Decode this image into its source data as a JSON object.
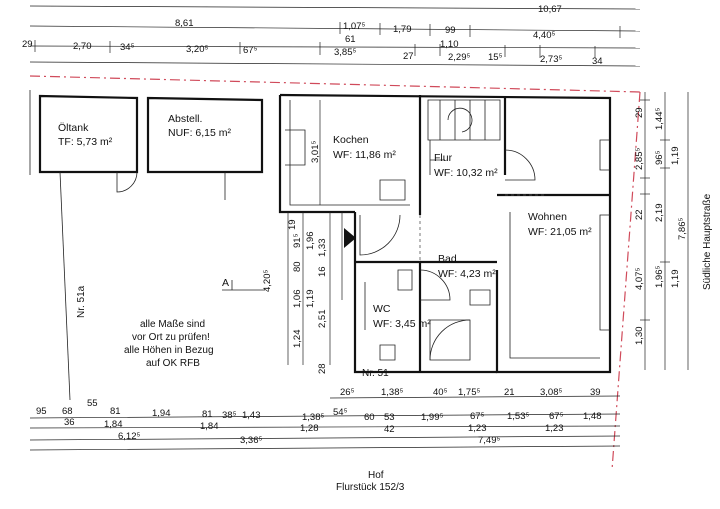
{
  "rooms": [
    {
      "name": "Öltank",
      "area": "TF: 5,73 m²"
    },
    {
      "name": "Abstell.",
      "area": "NUF: 6,15 m²"
    },
    {
      "name": "Kochen",
      "area": "WF: 11,86 m²"
    },
    {
      "name": "Flur",
      "area": "WF: 10,32 m²"
    },
    {
      "name": "Wohnen",
      "area": "WF: 21,05 m²"
    },
    {
      "name": "WC",
      "area": "WF: 3,45 m²"
    },
    {
      "name": "Bad",
      "area": "WF: 4,23 m²"
    }
  ],
  "notes": {
    "check_line1": "alle Maße sind",
    "check_line2": "vor Ort zu prüfen!",
    "check_line3": "alle Höhen in Bezug",
    "check_line4": "auf OK RFB",
    "house_no": "Nr. 51",
    "neighbor_no": "Nr. 51a",
    "street": "Südliche Hauptstraße",
    "yard": "Hof",
    "parcel": "Flurstück 152/3",
    "section": "A"
  },
  "dims_top": {
    "overall_cut": "10,67",
    "a": "8,61",
    "b": "1,07⁵",
    "c": "1,79",
    "d": "99",
    "e": "61",
    "f": "1,10",
    "g": "4,40⁵",
    "r1": [
      "29",
      "2,70",
      "34⁵",
      "3,20⁵",
      "67⁵",
      "3,85⁵",
      "27",
      "2,29⁵",
      "15⁵",
      "2,73⁵",
      "34"
    ]
  },
  "dims_bottom": {
    "r1": [
      "26⁵",
      "1,38⁵",
      "40⁵",
      "1,75⁵",
      "21",
      "3,08⁵",
      "39"
    ],
    "r2": [
      "95",
      "68",
      "55",
      "81",
      "1,94",
      "81",
      "38⁵",
      "1,43",
      "1,38⁵",
      "54⁵",
      "60",
      "53",
      "1,99⁵",
      "67⁵",
      "1,53⁵",
      "67⁵",
      "1,48"
    ],
    "r3": [
      "36",
      "1,84",
      "1,84",
      "1,28",
      "42",
      "1,23",
      "1,23"
    ],
    "r4": [
      "6,12⁵",
      "7,49⁵"
    ],
    "r5": [
      "3,36⁵"
    ]
  },
  "dims_right": {
    "r1": [
      "29",
      "2,85⁵",
      "22",
      "4,07⁵",
      "1,30"
    ],
    "r2": [
      "1,44⁵",
      "96⁵",
      "1,19",
      "2,19",
      "1,96⁵",
      "1,19"
    ],
    "r3": [
      "7,86⁵"
    ]
  },
  "dims_mid": {
    "left": [
      "4,20⁵",
      "1,06",
      "1,19",
      "1,24",
      "2,51",
      "28"
    ],
    "vert": [
      "19",
      "91⁵",
      "1,96",
      "80",
      "16",
      "1,33",
      "3,01⁵"
    ]
  }
}
